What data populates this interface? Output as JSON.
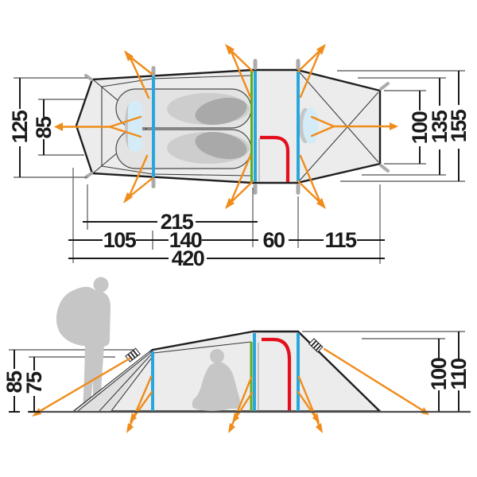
{
  "diagram": {
    "kind": "tent-dimension-drawing",
    "top_view": {
      "dims": {
        "outer_width": "125",
        "inner_width": "85",
        "rear_end_width": "100",
        "rear_mid_width": "135",
        "rear_outer_width": "155",
        "inner_length": "215",
        "front_section_length": "105",
        "cabin_section_length": "140",
        "mid_section_length": "60",
        "vestibule_length": "115",
        "total_length": "420"
      }
    },
    "side_view": {
      "dims": {
        "front_height": "85",
        "front_inner_height": "75",
        "rear_inner_height": "100",
        "rear_height": "110"
      }
    }
  },
  "colors": {
    "fabric": "#ececec",
    "outline": "#1f1f1f",
    "pole": "#29a7dc",
    "inner_tent_edge": "#5fae1e",
    "guy_line": "#f08c1a",
    "door_zip": "#e3101c",
    "window": "#d3ecf8",
    "silhouette": "#c6c6c6",
    "dimension": "#1a1a1a"
  }
}
